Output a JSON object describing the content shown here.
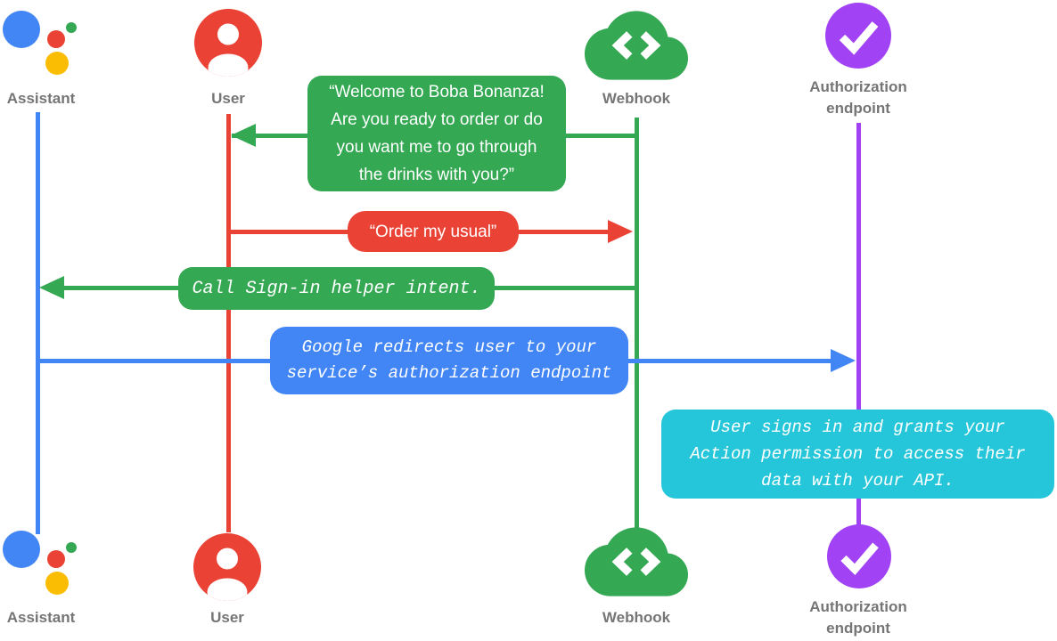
{
  "actors": {
    "assistant": {
      "label": "Assistant",
      "icon": "google-assistant-logo"
    },
    "user": {
      "label": "User",
      "icon": "user-badge-icon"
    },
    "webhook": {
      "label": "Webhook",
      "icon": "cloud-code-icon"
    },
    "auth": {
      "label_line1": "Authorization",
      "label_line2": "endpoint",
      "icon": "check-circle-icon"
    }
  },
  "messages": {
    "welcome": {
      "from": "Webhook",
      "to": "User",
      "style": "speech-bubble",
      "color": "#34A853",
      "lines": [
        "“Welcome to Boba Bonanza!",
        "Are you ready to order or do",
        "you want me to go through",
        "the drinks with you?”"
      ]
    },
    "order": {
      "from": "User",
      "to": "Webhook",
      "style": "speech-bubble",
      "color": "#EA4335",
      "text": "“Order my usual”"
    },
    "signin": {
      "from": "Webhook",
      "to": "Assistant",
      "style": "code-note",
      "color": "#34A853",
      "text": "Call Sign-in helper intent."
    },
    "redirect": {
      "from": "Assistant",
      "to": "Authorization endpoint",
      "style": "code-note",
      "color": "#4285F4",
      "lines": [
        "Google redirects user to your",
        "service’s authorization endpoint"
      ]
    },
    "note": {
      "on": "Authorization endpoint",
      "style": "code-note",
      "color": "#26C6DA",
      "lines": [
        "User signs in and grants your",
        "Action permission to access their",
        "data with your API."
      ]
    }
  },
  "colors": {
    "blue": "#4285F4",
    "red": "#EA4335",
    "green": "#34A853",
    "yellow": "#FBBC04",
    "purple": "#A142F4",
    "cyan": "#26C6DA",
    "label-gray": "#757575",
    "text-white": "#FFFFFF"
  }
}
